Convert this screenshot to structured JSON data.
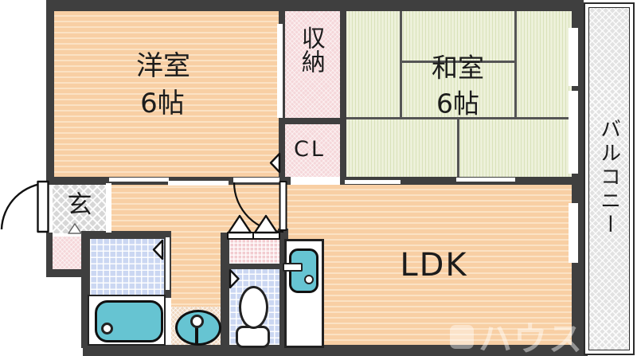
{
  "plan": {
    "type": "floorplan",
    "rooms": {
      "western_room": {
        "label": "洋室",
        "size": "6帖"
      },
      "japanese_room": {
        "label": "和室",
        "size": "6帖"
      },
      "storage": {
        "label": "収納"
      },
      "closet": {
        "label": "CL"
      },
      "entrance": {
        "label": "玄"
      },
      "ldk": {
        "label": "LDK"
      },
      "balcony": {
        "label": "バルコニー"
      }
    },
    "fixtures": [
      "bathtub",
      "washbasin",
      "toilet",
      "kitchen-sink",
      "washer-space"
    ],
    "watermark": {
      "text": "ハウス"
    },
    "colors": {
      "wall": "#3f3f3f",
      "western_floor": "#f8cfa4",
      "tatami": "#edf1da",
      "storage_fill": "#f5d7da",
      "tile": "#cbd7f2",
      "fixture": "#66c4d2",
      "balcony": "#e2e2e2",
      "entrance": "#d7d7d7"
    }
  }
}
